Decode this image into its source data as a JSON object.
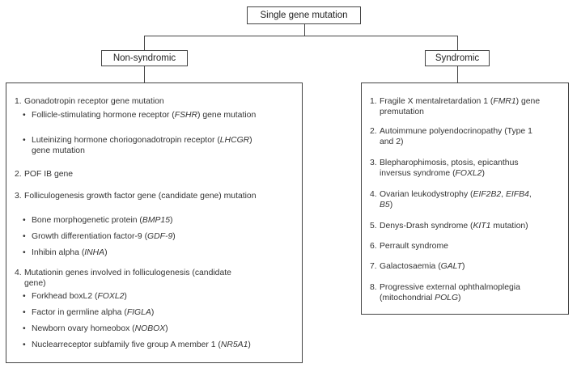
{
  "root": "Single gene mutation",
  "left": {
    "title": "Non-syndromic",
    "items": [
      {
        "num": "1.",
        "parts": [
          {
            "t": "Gonadotropin receptor gene mutation"
          }
        ],
        "subs": [
          [
            {
              "t": "Follicle-stimulating hormone receptor ("
            },
            {
              "t": "FSHR",
              "i": true
            },
            {
              "t": ") gene mutation"
            }
          ],
          [
            {
              "t": "Luteinizing hormone choriogonadotropin receptor ("
            },
            {
              "t": "LHCGR",
              "i": true
            },
            {
              "t": ") gene mutation"
            }
          ]
        ]
      },
      {
        "num": "2.",
        "parts": [
          {
            "t": "POF IB gene"
          }
        ],
        "subs": []
      },
      {
        "num": "3.",
        "parts": [
          {
            "t": "Folliculogenesis growth factor gene (candidate gene) mutation"
          }
        ],
        "subs": [
          [
            {
              "t": "Bone morphogenetic protein ("
            },
            {
              "t": "BMP15",
              "i": true
            },
            {
              "t": ")"
            }
          ],
          [
            {
              "t": "Growth differentiation factor-9 ("
            },
            {
              "t": "GDF-9",
              "i": true
            },
            {
              "t": ")"
            }
          ],
          [
            {
              "t": "Inhibin alpha ("
            },
            {
              "t": "INHA",
              "i": true
            },
            {
              "t": ")"
            }
          ]
        ]
      },
      {
        "num": "4.",
        "parts": [
          {
            "t": "Mutationin genes involved in folliculogenesis (candidate gene)"
          }
        ],
        "subs": [
          [
            {
              "t": "Forkhead boxL2 ("
            },
            {
              "t": "FOXL2",
              "i": true
            },
            {
              "t": ")"
            }
          ],
          [
            {
              "t": "Factor in germline alpha ("
            },
            {
              "t": "FIGLA",
              "i": true
            },
            {
              "t": ")"
            }
          ],
          [
            {
              "t": "Newborn ovary homeobox ("
            },
            {
              "t": "NOBOX",
              "i": true
            },
            {
              "t": ")"
            }
          ],
          [
            {
              "t": "Nuclearreceptor subfamily five group A member 1 ("
            },
            {
              "t": "NR5A1",
              "i": true
            },
            {
              "t": ")"
            }
          ]
        ]
      }
    ]
  },
  "right": {
    "title": "Syndromic",
    "items": [
      {
        "num": "1.",
        "parts": [
          {
            "t": "Fragile X mentalretardation 1 ("
          },
          {
            "t": "FMR1",
            "i": true
          },
          {
            "t": ") gene premutation"
          }
        ]
      },
      {
        "num": "2.",
        "parts": [
          {
            "t": "Autoimmune polyendocrinopathy (Type 1 and 2)"
          }
        ]
      },
      {
        "num": "3.",
        "parts": [
          {
            "t": "Blepharophimosis, ptosis, epicanthus inversus syndrome ("
          },
          {
            "t": "FOXL2",
            "i": true
          },
          {
            "t": ")"
          }
        ]
      },
      {
        "num": "4.",
        "parts": [
          {
            "t": "Ovarian leukodystrophy ("
          },
          {
            "t": "EIF2B2",
            "i": true
          },
          {
            "t": ", "
          },
          {
            "t": "EIFB4",
            "i": true
          },
          {
            "t": ", "
          },
          {
            "t": "B5",
            "i": true
          },
          {
            "t": ")"
          }
        ]
      },
      {
        "num": "5.",
        "parts": [
          {
            "t": "Denys-Drash syndrome ("
          },
          {
            "t": "KIT1",
            "i": true
          },
          {
            "t": " mutation)"
          }
        ]
      },
      {
        "num": "6.",
        "parts": [
          {
            "t": "Perrault syndrome"
          }
        ]
      },
      {
        "num": "7.",
        "parts": [
          {
            "t": "Galactosaemia ("
          },
          {
            "t": "GALT",
            "i": true
          },
          {
            "t": ")"
          }
        ]
      },
      {
        "num": "8.",
        "parts": [
          {
            "t": "Progressive external ophthalmoplegia (mitochondrial "
          },
          {
            "t": "POLG",
            "i": true
          },
          {
            "t": ")"
          }
        ]
      }
    ]
  }
}
